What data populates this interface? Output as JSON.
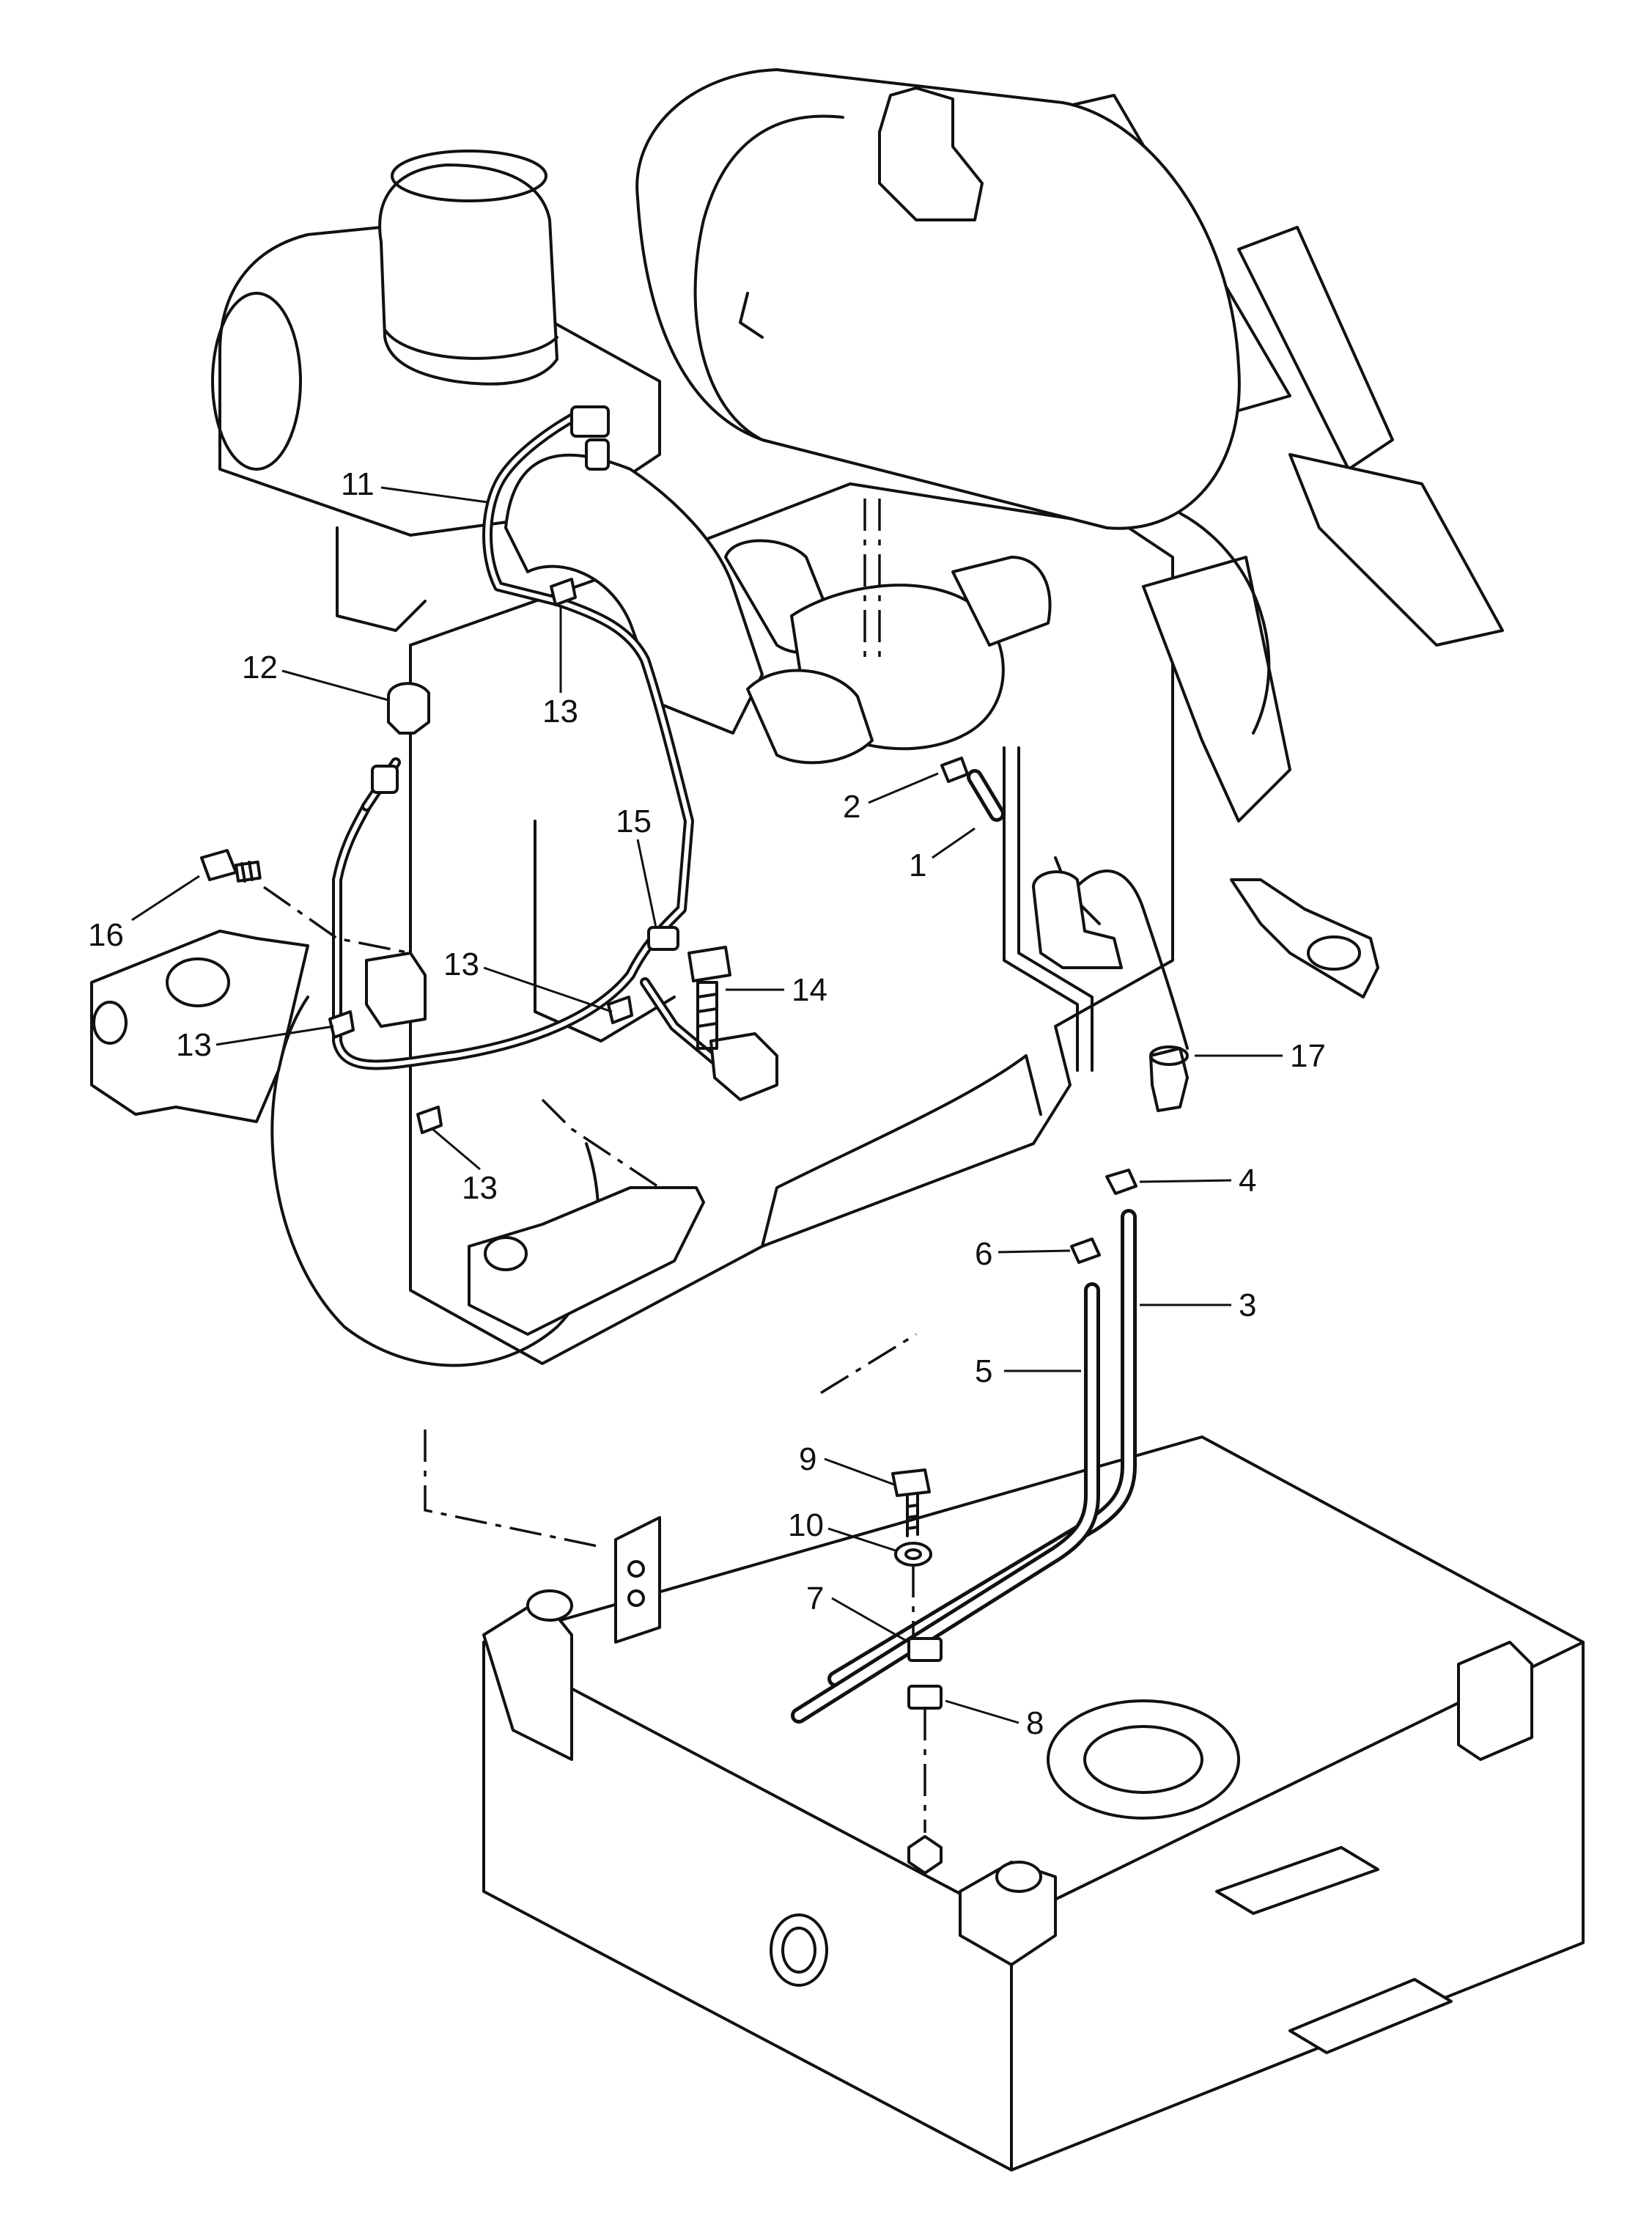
{
  "callouts": {
    "c1": "1",
    "c2": "2",
    "c3": "3",
    "c4": "4",
    "c5": "5",
    "c6": "6",
    "c7": "7",
    "c8": "8",
    "c9": "9",
    "c10": "10",
    "c11": "11",
    "c12": "12",
    "c13a": "13",
    "c13b": "13",
    "c13c": "13",
    "c13d": "13",
    "c14": "14",
    "c15": "15",
    "c16": "16",
    "c17": "17"
  }
}
